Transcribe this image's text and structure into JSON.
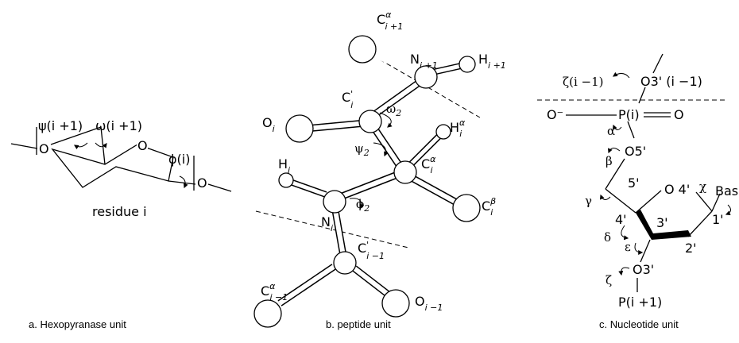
{
  "panel_a": {
    "caption": "a. Hexopyranase unit",
    "residue": "residue i",
    "psi": "ψ(i +1)",
    "omega": "ω(i +1)",
    "phi": "ϕ(i)",
    "ring_o": "O",
    "left_o": "O",
    "right_o": "O"
  },
  "panel_b": {
    "caption": "b. peptide unit",
    "ca_top": "C",
    "ca_top_sup": "α",
    "ca_top_sub": "i +1",
    "n_top": "N",
    "n_top_sub": "i +1",
    "h_top": "H",
    "h_top_sub": "i +1",
    "cp": "C",
    "cp_sup": "'",
    "cp_sub": "i",
    "o": "O",
    "o_sub": "i",
    "omega": "ω",
    "omega_sub": "2",
    "ha": "H",
    "ha_sup": "α",
    "ha_sub": "i",
    "psi": "ψ",
    "psi_sub": "2",
    "ca": "C",
    "ca_sup": "α",
    "ca_sub": "i",
    "h": "H",
    "h_sub": "i",
    "phi": "ϕ",
    "phi_sub": "2",
    "n": "N",
    "n_sub": "i",
    "cb": "C",
    "cb_sup": "β",
    "cb_sub": "i",
    "cp_prev": "C",
    "cp_prev_sup": "'",
    "cp_prev_sub": "i −1",
    "ca_prev": "C",
    "ca_prev_sup": "α",
    "ca_prev_sub": "i −1",
    "o_prev": "O",
    "o_prev_sub": "i −1"
  },
  "panel_c": {
    "caption": "c. Nucleotide unit",
    "zeta_top": "ζ(i −1)",
    "o3_top": "O3' (i −1)",
    "o_minus": "O⁻",
    "p": "P(i)",
    "o_dbl": "O",
    "alpha": "α",
    "beta": "β",
    "o5": "O5'",
    "five": "5'",
    "o4": "O 4'",
    "chi": "χ",
    "base": "Base",
    "gamma": "γ",
    "four": "4'",
    "three": "3'",
    "one": "1'",
    "delta": "δ",
    "epsilon": "ε",
    "two": "2'",
    "zeta": "ζ",
    "o3": "O3'",
    "p_next": "P(i +1)"
  }
}
